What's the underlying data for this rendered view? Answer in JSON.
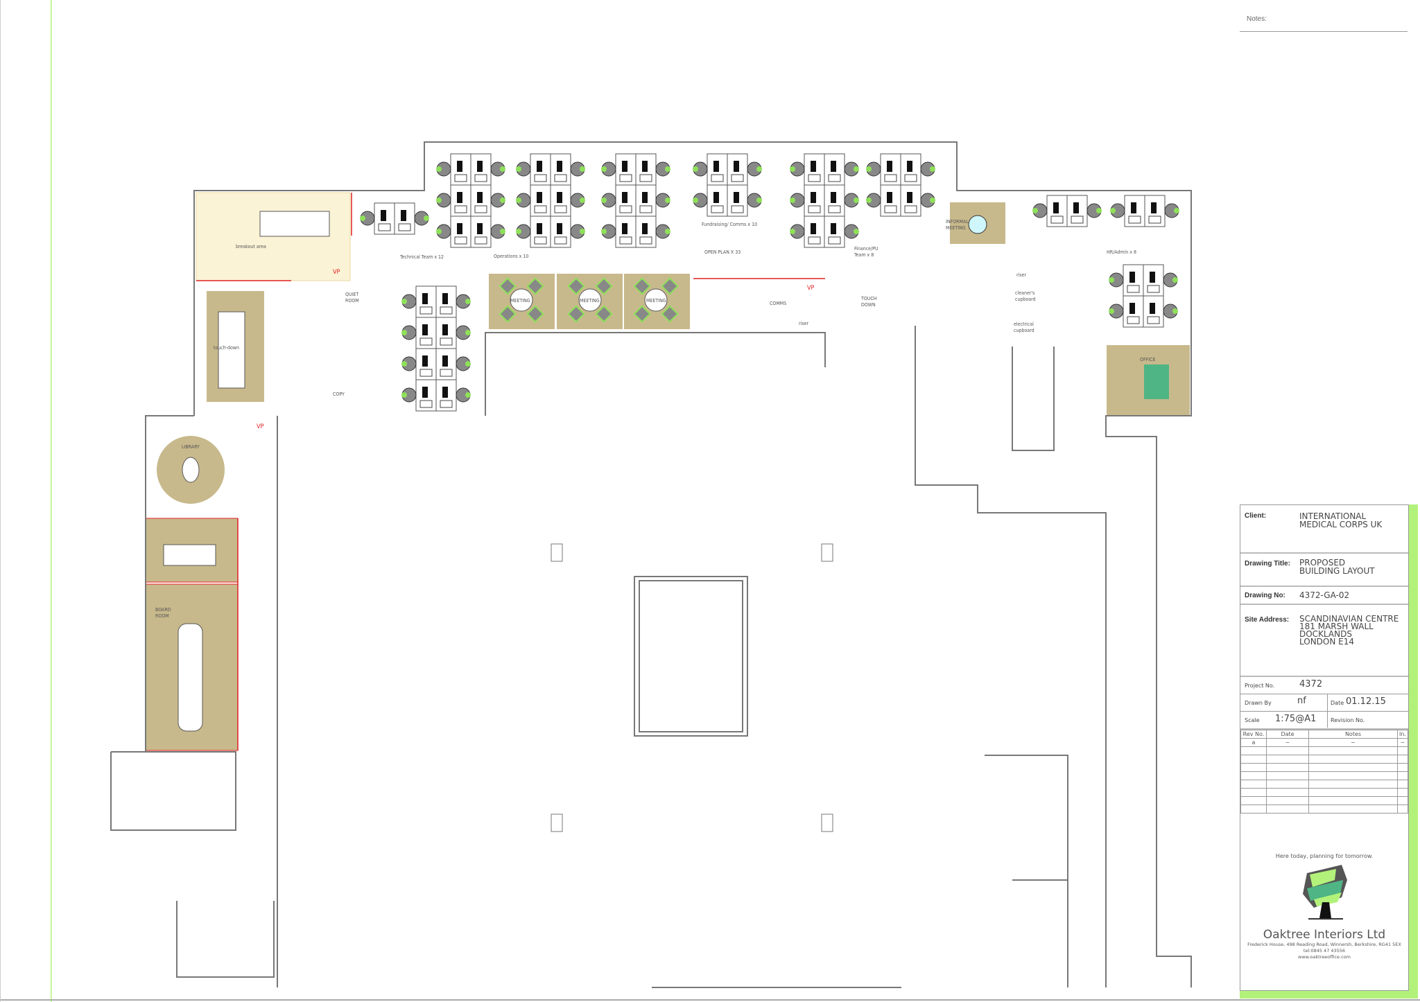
{
  "notes_label": "Notes:",
  "rooms": {
    "breakout": "breakout area",
    "touchdown_left": "touch-down",
    "quiet_room": [
      "QUIET",
      "ROOM"
    ],
    "copy": "COPY",
    "technical_team": "Technical Team x 12",
    "operations": "Operations x 10",
    "fundraising": "Fundraising/ Comms x 10",
    "open_plan": "OPEN PLAN X 33",
    "finance": [
      "Finance/PU",
      "Team x 8"
    ],
    "informal_meeting": [
      "INFORMAL",
      "MEETING"
    ],
    "hr_admin": "HR/Admin x 8",
    "meeting": "MEETING",
    "comms": "COMMS",
    "riser": "riser",
    "touch_down_right": [
      "TOUCH",
      "DOWN"
    ],
    "cleaners_cupboard": [
      "cleaner's",
      "cupboard"
    ],
    "electrical_cupboard": [
      "electrical",
      "cupboard"
    ],
    "office": "OFFICE",
    "library": "LIBRARY",
    "board_room": [
      "BOARD",
      "ROOM"
    ],
    "vision_panel": "VP"
  },
  "title_block": {
    "client_label": "Client:",
    "client": "INTERNATIONAL\nMEDICAL CORPS UK",
    "drawing_title_label": "Drawing Title:",
    "drawing_title": "PROPOSED\nBUILDING LAYOUT",
    "drawing_no_label": "Drawing No:",
    "drawing_no": "4372-GA-02",
    "site_address_label": "Site Address:",
    "site_address": "SCANDINAVIAN CENTRE\n181 MARSH WALL\nDOCKLANDS\nLONDON E14",
    "project_no_label": "Project No.",
    "project_no": "4372",
    "drawn_by_label": "Drawn By",
    "drawn_by": "nf",
    "date_label": "Date",
    "date": "01.12.15",
    "scale_label": "Scale",
    "scale": "1:75@A1",
    "revision_label": "Revision No.",
    "rev_headers": [
      "Rev No.",
      "Date",
      "Notes",
      "In."
    ],
    "rev_rows": [
      [
        "a",
        "~",
        "~",
        "~"
      ]
    ]
  },
  "company": {
    "tagline": "Here today, planning for tomorrow.",
    "name": "Oaktree Interiors Ltd",
    "address": "Frederick House, 498 Reading Road, Winnersh, Berkshire, RG41 5EX",
    "tel": "tel:0845 47 43556",
    "web": "www.oaktreeoffice.com"
  },
  "colors": {
    "accent_green": "#b3f27a",
    "room_fill": "#c8b98c",
    "breakout_fill": "#fbf3d6",
    "wall": "#777777",
    "partition_red": "#e02020",
    "chair_green": "#8fe05a"
  }
}
